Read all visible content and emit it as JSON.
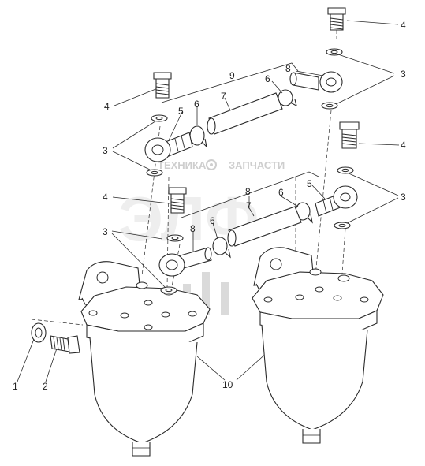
{
  "watermark": {
    "line1_left": "ТЕХНИКА",
    "line1_right": "ЗАПЧАСТИ",
    "logo": "ЭЛФ",
    "color": "#c9c9c9"
  },
  "callouts": [
    {
      "id": "c1",
      "text": "1"
    },
    {
      "id": "c2",
      "text": "2"
    },
    {
      "id": "c3a",
      "text": "3"
    },
    {
      "id": "c3b",
      "text": "3"
    },
    {
      "id": "c3c",
      "text": "3"
    },
    {
      "id": "c3d",
      "text": "3"
    },
    {
      "id": "c4a",
      "text": "4"
    },
    {
      "id": "c4b",
      "text": "4"
    },
    {
      "id": "c4c",
      "text": "4"
    },
    {
      "id": "c4d",
      "text": "4"
    },
    {
      "id": "c5a",
      "text": "5"
    },
    {
      "id": "c5b",
      "text": "5"
    },
    {
      "id": "c6a",
      "text": "6"
    },
    {
      "id": "c6b",
      "text": "6"
    },
    {
      "id": "c6c",
      "text": "6"
    },
    {
      "id": "c6d",
      "text": "6"
    },
    {
      "id": "c7a",
      "text": "7"
    },
    {
      "id": "c7b",
      "text": "7"
    },
    {
      "id": "c8a",
      "text": "8"
    },
    {
      "id": "c8b",
      "text": "8"
    },
    {
      "id": "c8c",
      "text": "8"
    },
    {
      "id": "c9",
      "text": "9"
    },
    {
      "id": "c10",
      "text": "10"
    }
  ]
}
